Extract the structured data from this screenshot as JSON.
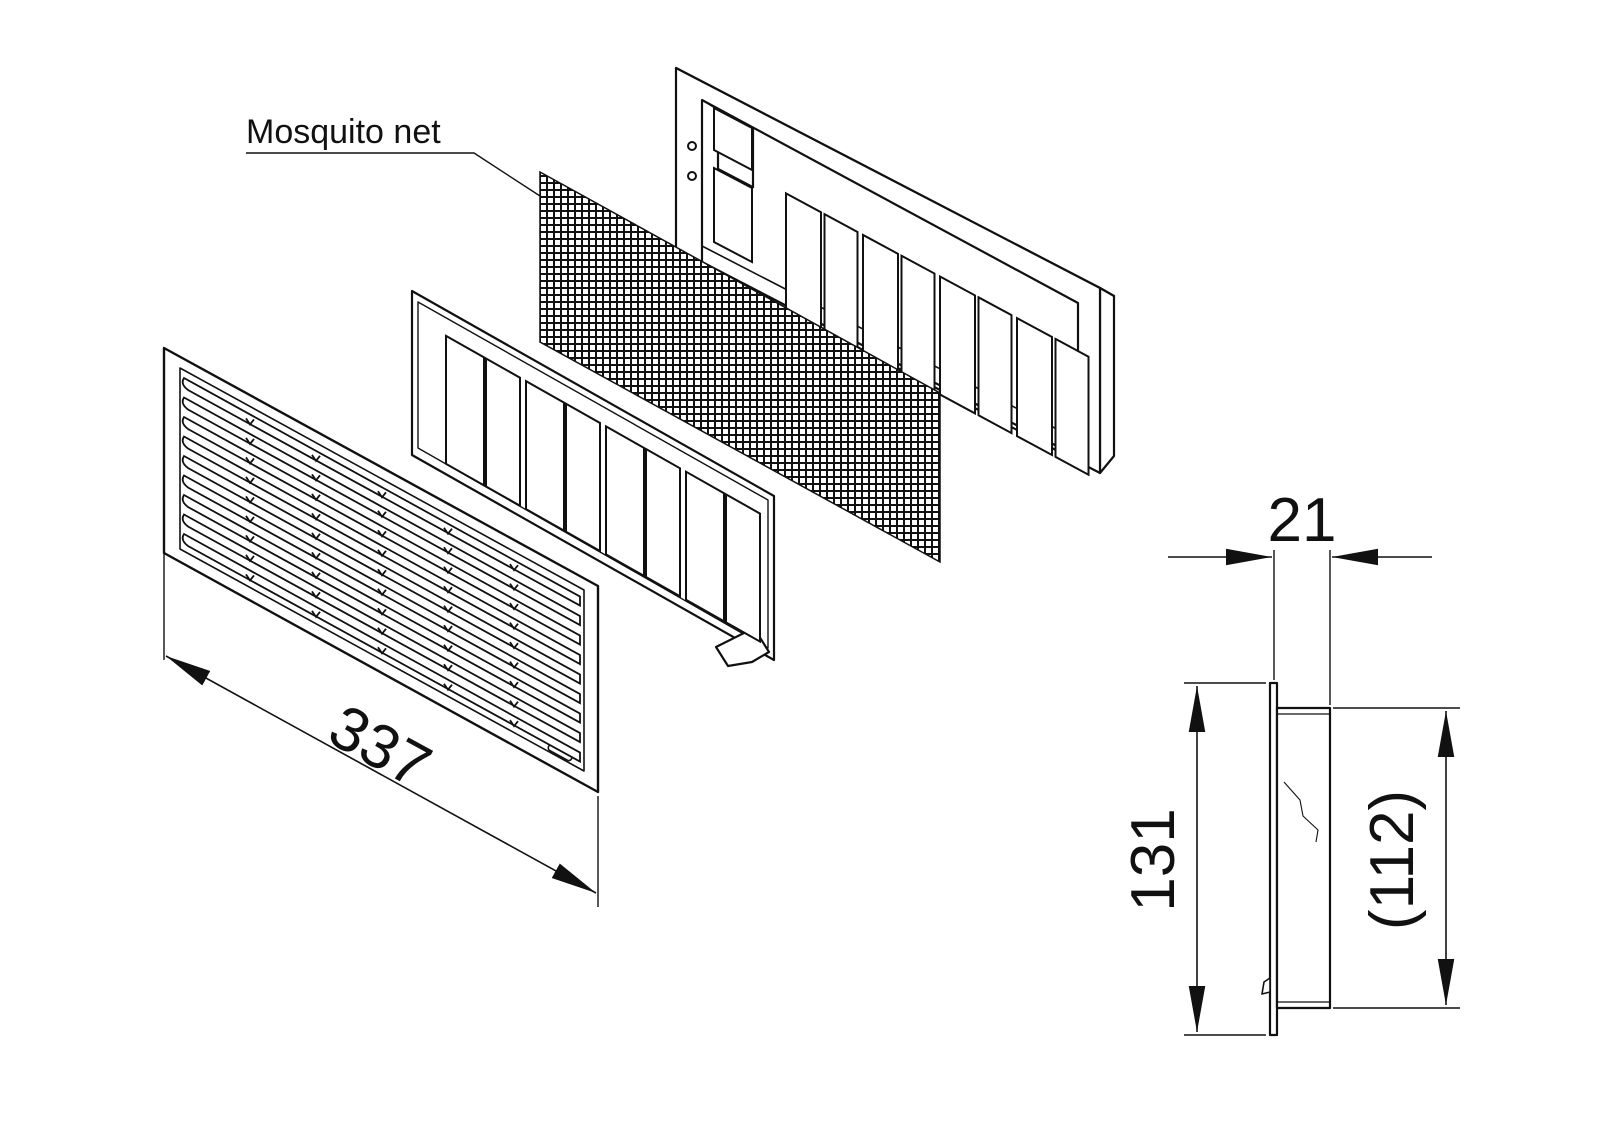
{
  "labels": {
    "mosquito_net": "Mosquito net",
    "width": "337",
    "depth": "21",
    "height_outer": "131",
    "height_inner": "(112)"
  },
  "colors": {
    "line": "#111111",
    "fill": "#ffffff"
  }
}
